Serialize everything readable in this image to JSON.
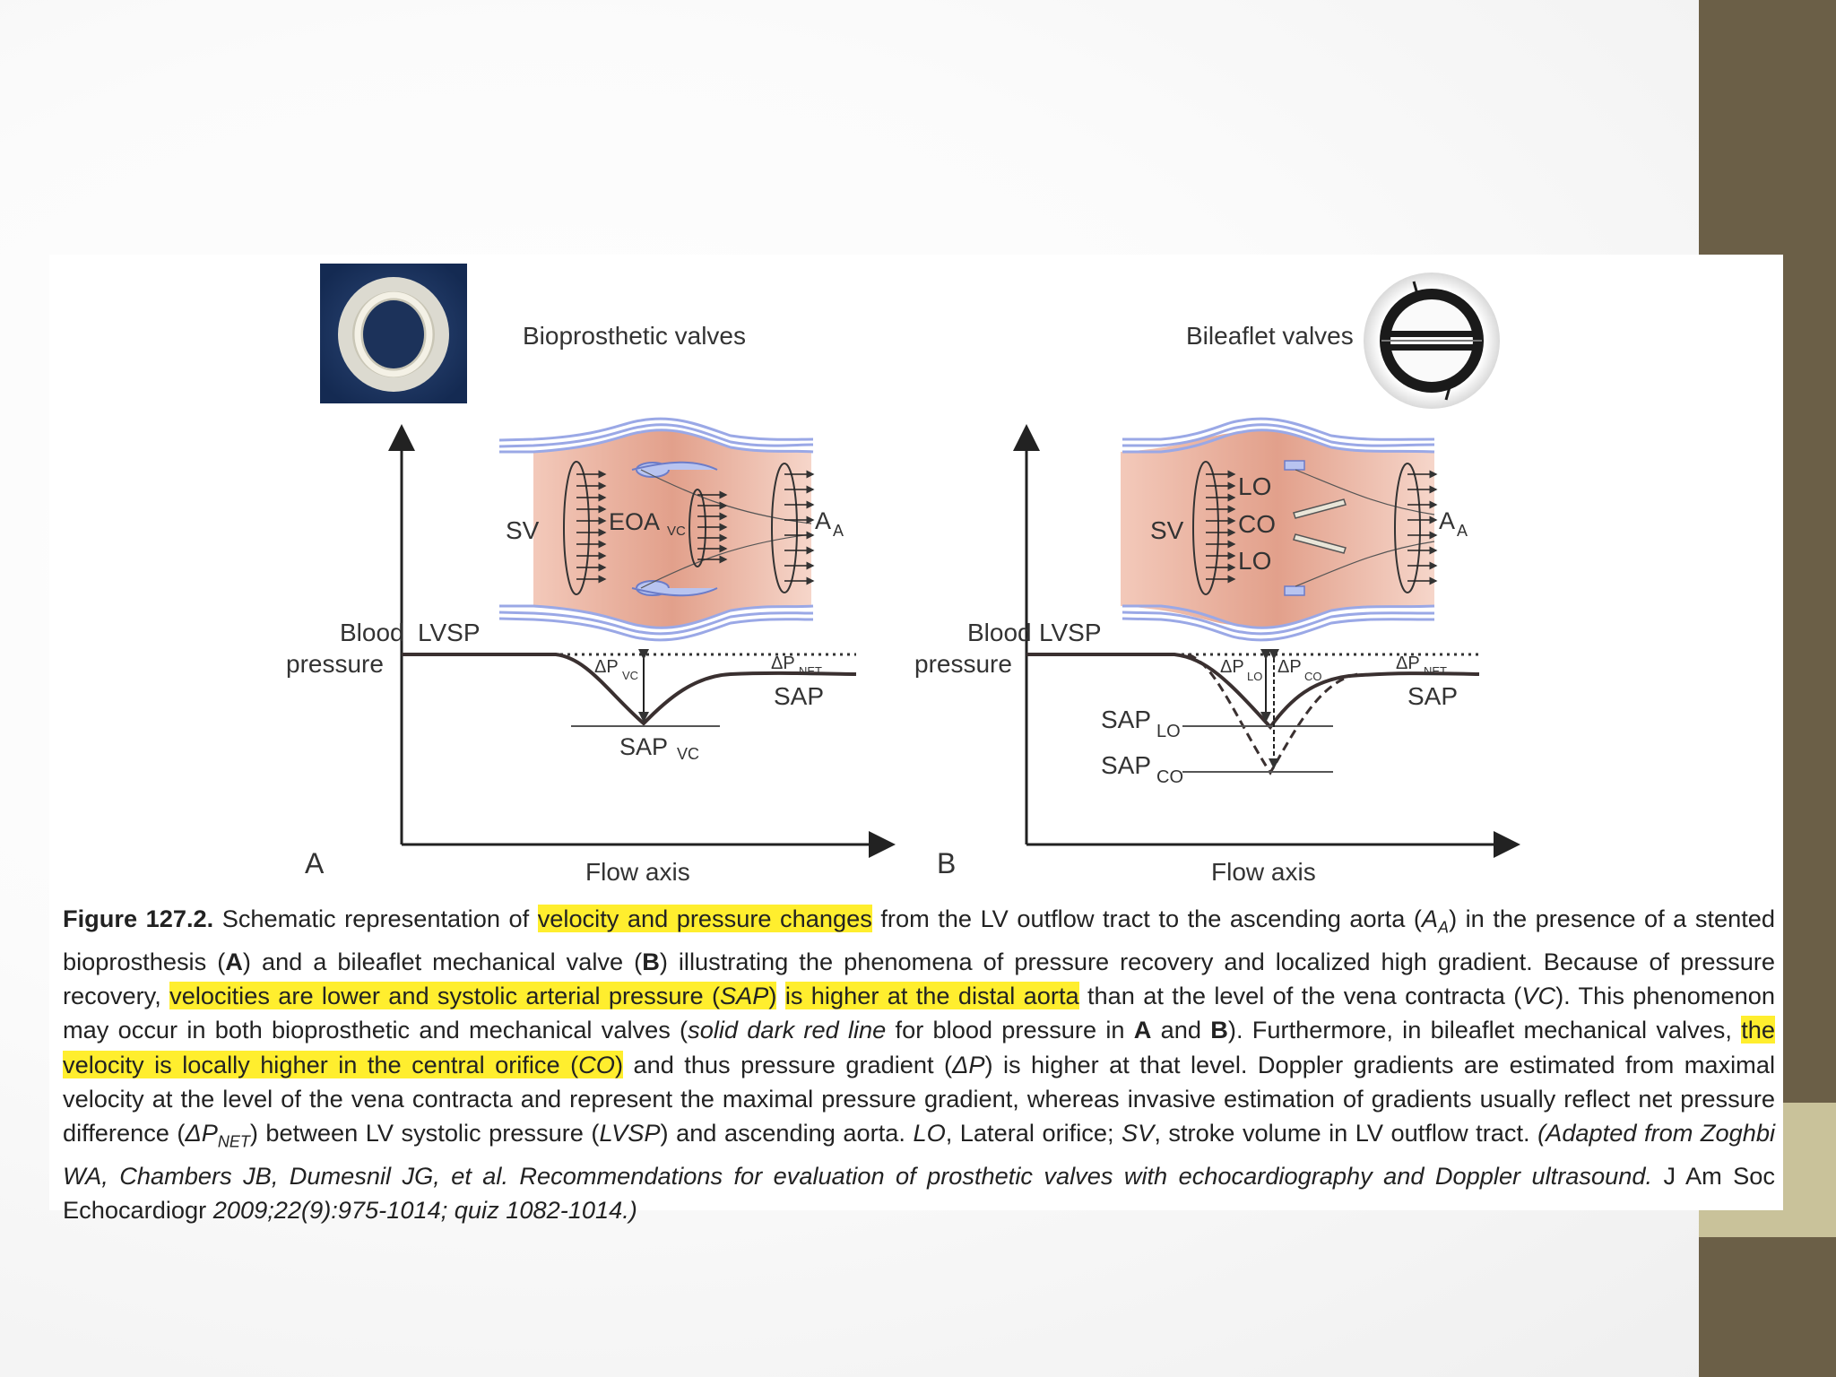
{
  "colors": {
    "sidebar": "#6b5f47",
    "sidebar_accent": "#c9c29a",
    "highlight": "#ffee2e",
    "vessel_fill": "#e8a894",
    "vessel_wall": "#9aa8e6",
    "curve": "#3a3030"
  },
  "panel_a": {
    "title": "Bioprosthetic valves",
    "letter": "A",
    "sv": "SV",
    "eoa": "EOA",
    "eoa_sub": "VC",
    "aa": "A",
    "aa_sub": "A",
    "ylabel_1": "Blood",
    "ylabel_2": "pressure",
    "lvsp": "LVSP",
    "dp_vc": "ΔP",
    "dp_vc_sub": "VC",
    "dp_net": "ΔP",
    "dp_net_sub": "NET",
    "sap": "SAP",
    "sap_vc": "SAP",
    "sap_vc_sub": "VC",
    "xlabel": "Flow axis"
  },
  "panel_b": {
    "title": "Bileaflet valves",
    "letter": "B",
    "sv": "SV",
    "lo_top": "LO",
    "co": "CO",
    "lo_bottom": "LO",
    "aa": "A",
    "aa_sub": "A",
    "ylabel_1": "Blood",
    "ylabel_2": "pressure",
    "lvsp": "LVSP",
    "dp_lo": "ΔP",
    "dp_lo_sub": "LO",
    "dp_co": "ΔP",
    "dp_co_sub": "CO",
    "dp_net": "ΔP",
    "dp_net_sub": "NET",
    "sap": "SAP",
    "sap_lo": "SAP",
    "sap_lo_sub": "LO",
    "sap_co": "SAP",
    "sap_co_sub": "CO",
    "xlabel": "Flow axis"
  },
  "caption": {
    "fig_label": "Figure 127.2.",
    "t1": " Schematic representation of ",
    "h1": "velocity and pressure changes",
    "t2": " from the LV outflow tract to the ascending aorta (",
    "i_aa": "A",
    "i_aa_sub": "A",
    "t3": ") in the presence of a stented bioprosthesis (",
    "b_a1": "A",
    "t4": ") and a bileaflet mechanical valve (",
    "b_b1": "B",
    "t5": ") illustrating the phenomena of pressure recovery and localized high gradient. Because of pressure recovery, ",
    "h2a": "velocities are lower and systolic arterial pressure (",
    "h2b": "SAP",
    "h2c": ")",
    "t5b": " ",
    "h3": "is higher at the distal aorta",
    "t6": " than at the level of the vena contracta (",
    "i_vc": "VC",
    "t7": "). This phenomenon may occur in both bioprosthetic and mechanical valves (",
    "i_solid": "solid dark red line",
    "t8": " for blood pressure in ",
    "b_a2": "A",
    "t9": " and ",
    "b_b2": "B",
    "t10": "). Furthermore, in bileaflet mechanical valves, ",
    "h4a": "the velocity is locally higher in the central orifice (",
    "h4b": "CO",
    "h4c": ")",
    "t11": " and thus pressure gradient (",
    "i_dp": "ΔP",
    "t12": ") is higher at that level. Doppler gradients are estimated from maximal velocity at the level of the vena contracta and represent the maximal pressure gradient, whereas invasive estimation of gradients usually reflect net pressure difference (",
    "i_dpnet": "ΔP",
    "i_dpnet_sub": "NET",
    "t13": ") between LV systolic pressure (",
    "i_lvsp": "LVSP",
    "t14": ") and ascending aorta. ",
    "i_lo": "LO",
    "t15": ", Lateral orifice; ",
    "i_sv": "SV",
    "t16": ", stroke volume in LV outflow tract. ",
    "i_adapted": "(Adapted from Zoghbi WA, Chambers JB, Dumesnil JG, et al. Recommendations for evaluation of prosthetic valves with echocardiography and Doppler ultrasound.",
    "t17": " J Am Soc Echocardiogr ",
    "i_ref": "2009;22(9):975-1014; quiz 1082-1014.)"
  }
}
